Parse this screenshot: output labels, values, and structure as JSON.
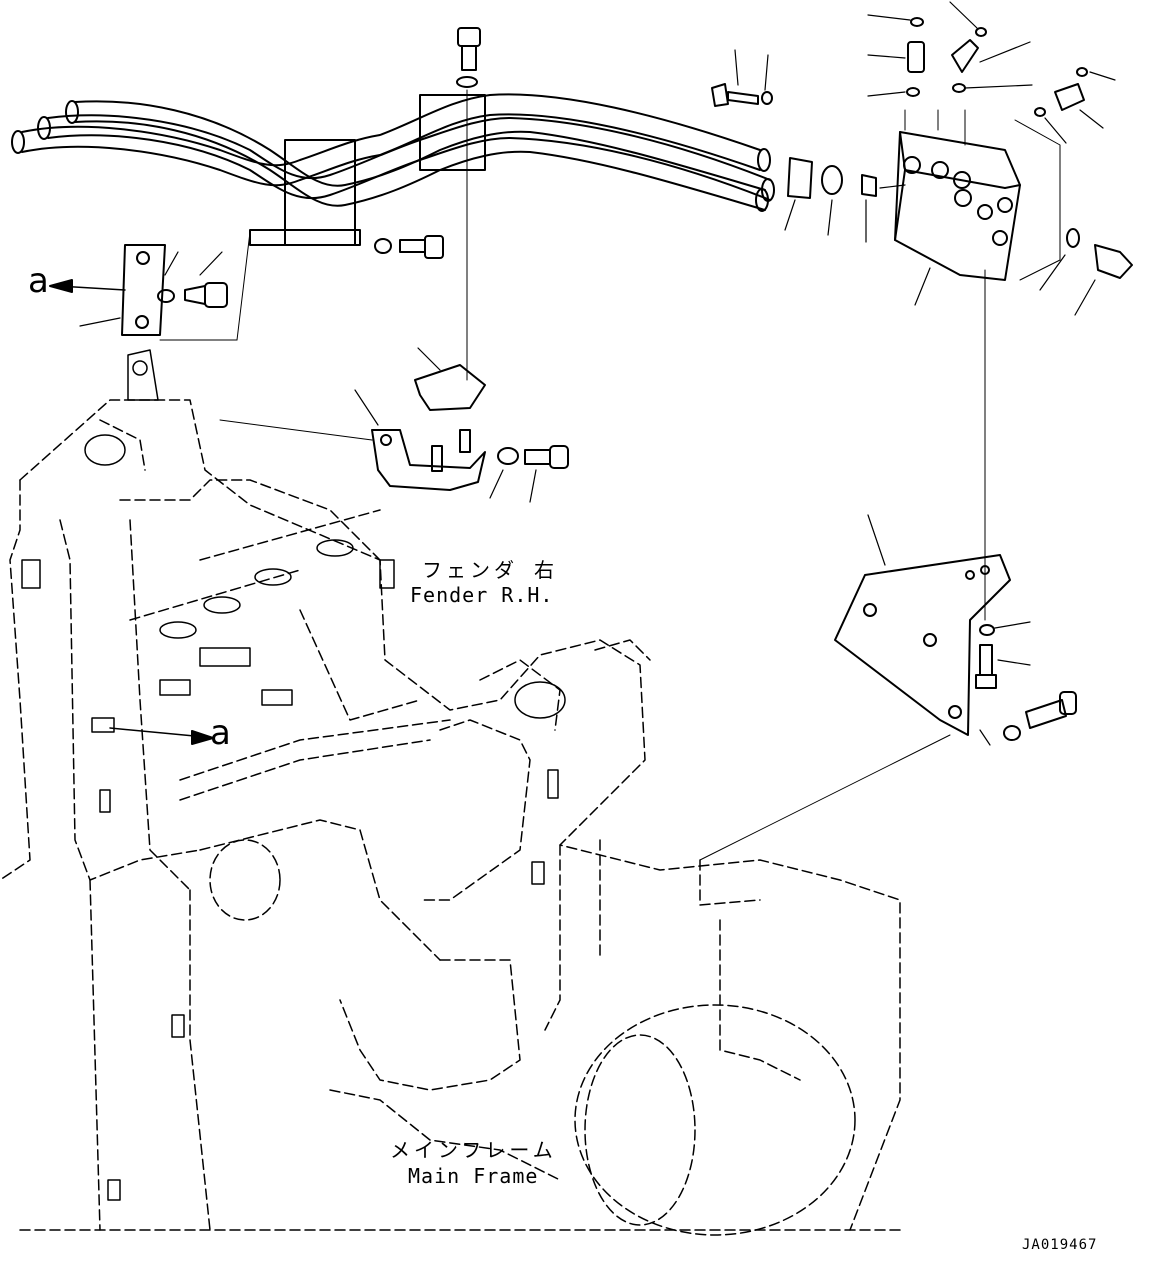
{
  "labels": {
    "fender_jp": "フェンダ 右",
    "fender_en": "Fender R.H.",
    "frame_jp": "メインフレーム",
    "frame_en": "Main Frame",
    "callout_top": "a",
    "callout_bottom": "a",
    "drawing_code": "JA019467"
  }
}
